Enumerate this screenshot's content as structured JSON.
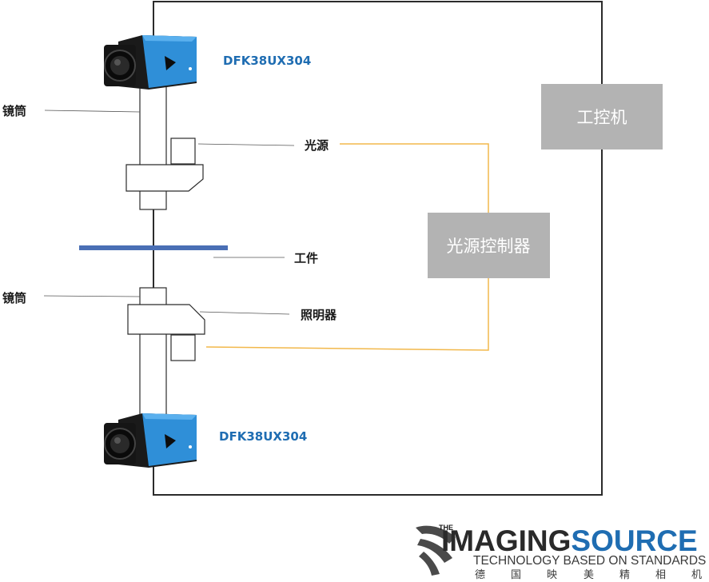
{
  "colors": {
    "accent_blue": "#1f6db2",
    "camera_blue": "#2f8fd8",
    "work_piece": "#4a6fb5",
    "cable": "#f2b84b",
    "box_gray": "#b3b3b3"
  },
  "labels": {
    "lens_top": "镜筒",
    "lens_bottom": "镜筒",
    "light_source": "光源",
    "workpiece": "工件",
    "illuminator": "照明器",
    "controller": "光源控制器",
    "computer": "工控机"
  },
  "cameras": {
    "top_model": "DFK38UX304",
    "bottom_model": "DFK38UX304"
  },
  "logo": {
    "the": "THE",
    "imaging": "IMAGING",
    "source": "SOURCE",
    "tagline": "TECHNOLOGY BASED ON STANDARDS",
    "cn": [
      "德",
      "国",
      "映",
      "美",
      "精",
      "相",
      "机"
    ]
  },
  "icons": [
    "camera-icon",
    "logo-s-icon"
  ]
}
